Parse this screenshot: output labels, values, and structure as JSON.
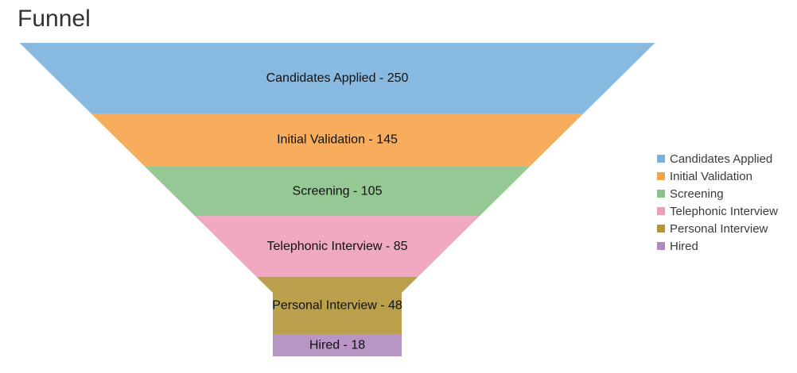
{
  "page": {
    "background": "#FFFFFF"
  },
  "chart_data": {
    "type": "funnel",
    "title": "Funnel",
    "title_color": "#333333",
    "label_color": "#111111",
    "legend_text_color": "#3A3A3A",
    "legend_position": "right",
    "background": "#FFFFFF",
    "data_label_format": "{label} - {value}",
    "stages": [
      {
        "label": "Candidates Applied",
        "value": 250,
        "color": "#7BB1DD",
        "data_label": "Candidates Applied - 250"
      },
      {
        "label": "Initial Validation",
        "value": 145,
        "color": "#F6A44A",
        "data_label": "Initial Validation - 145"
      },
      {
        "label": "Screening",
        "value": 105,
        "color": "#8AC28A",
        "data_label": "Screening - 105"
      },
      {
        "label": "Telephonic Interview",
        "value": 85,
        "color": "#EE9EBD",
        "data_label": "Telephonic Interview - 85"
      },
      {
        "label": "Personal Interview",
        "value": 48,
        "color": "#B29638",
        "data_label": "Personal Interview - 48"
      },
      {
        "label": "Hired",
        "value": 18,
        "color": "#AF89BF",
        "data_label": "Hired - 18"
      }
    ]
  }
}
